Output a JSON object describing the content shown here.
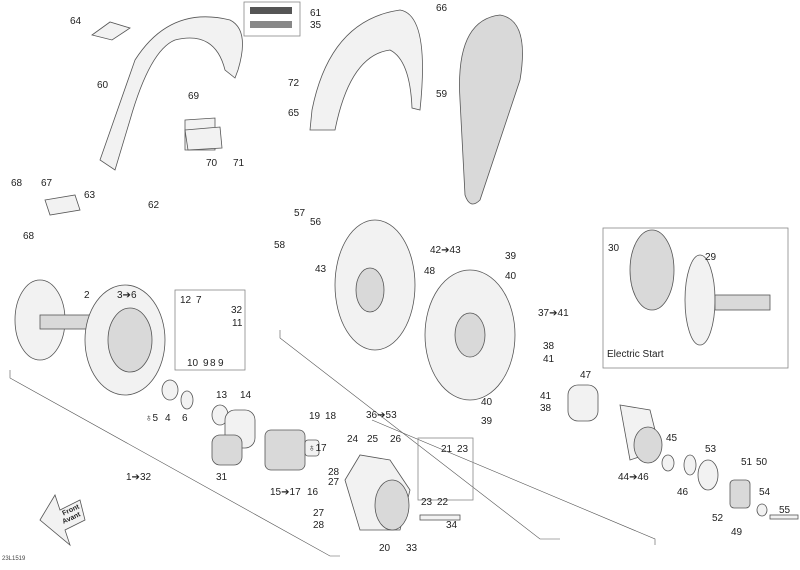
{
  "diagram": {
    "title": "Drive pulley / driven pulley / belt guard exploded parts view",
    "drawing_code": "23L1519",
    "front_arrow": {
      "line1": "Front",
      "line2": "Avant"
    },
    "inset_electric_start": {
      "caption": "Electric Start",
      "labels": [
        "30",
        "29"
      ]
    },
    "callouts": {
      "c64": "64",
      "c61": "61",
      "c35": "35",
      "c66": "66",
      "c60": "60",
      "c72": "72",
      "c69": "69",
      "c65": "65",
      "c59": "59",
      "c70": "70",
      "c71": "71",
      "c68a": "68",
      "c67": "67",
      "c63": "63",
      "c62": "62",
      "c68b": "68",
      "c57": "57",
      "c56": "56",
      "c58": "58",
      "c43": "43",
      "c42": "42➔43",
      "c39a": "39",
      "c40a": "40",
      "c48": "48",
      "c37": "37➔41",
      "c38a": "38",
      "c41a": "41",
      "c2": "2",
      "c3": "3➔6",
      "c12": "12",
      "c7": "7",
      "c32": "32",
      "c11": "11",
      "c10": "10",
      "c9a": "9",
      "c8": "8",
      "c9b": "9",
      "c5": "♁5",
      "c4": "4",
      "c6": "6",
      "c13": "13",
      "c14": "14",
      "c31": "31",
      "c1": "1➔32",
      "c36": "36➔53",
      "c40b": "40",
      "c39b": "39",
      "c41b": "41",
      "c38b": "38",
      "c47": "47",
      "c19": "19",
      "c18": "18",
      "c17": "♁17",
      "c24": "24",
      "c25": "25",
      "c26": "26",
      "c21": "21",
      "c23a": "23",
      "c28a": "28",
      "c27a": "27",
      "c15": "15➔17",
      "c16": "16",
      "c23b": "23",
      "c22": "22",
      "c27b": "27",
      "c28b": "28",
      "c20": "20",
      "c33": "33",
      "c34": "34",
      "c45": "45",
      "c53": "53",
      "c44": "44➔46",
      "c46": "46",
      "c51": "51",
      "c50": "50",
      "c54": "54",
      "c52": "52",
      "c49": "49",
      "c55": "55"
    }
  }
}
